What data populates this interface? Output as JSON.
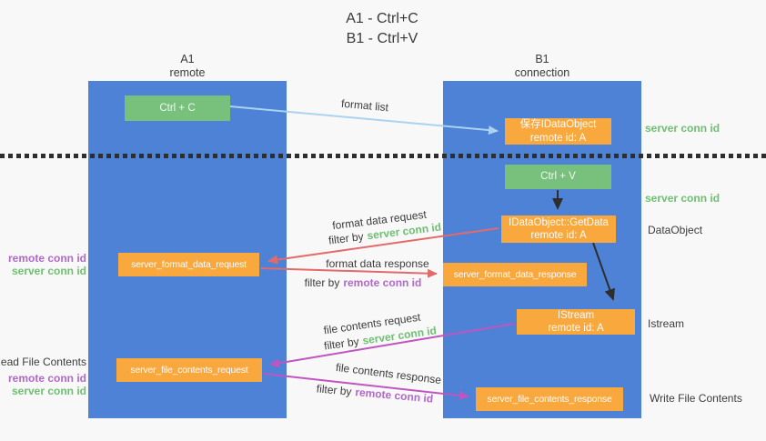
{
  "title": {
    "line1": "A1 - Ctrl+C",
    "line2": "B1 - Ctrl+V"
  },
  "columns": {
    "left": {
      "name": "A1",
      "subtitle": "remote"
    },
    "right": {
      "name": "B1",
      "subtitle": "connection"
    }
  },
  "boxes": {
    "ctrl_c": "Ctrl + C",
    "save_idataobject": {
      "line1": "保存IDataObject",
      "line2": "remote id: A"
    },
    "ctrl_v": "Ctrl + V",
    "getdata": {
      "line1": "IDataObject::GetData",
      "line2": "remote id: A"
    },
    "format_request": "server_format_data_request",
    "format_response": "server_format_data_response",
    "istream": {
      "line1": "IStream",
      "line2": "remote id: A"
    },
    "file_request": "server_file_contents_request",
    "file_response": "server_file_contents_response"
  },
  "flow_labels": {
    "format_list": "format list",
    "format_data_request": "format data request",
    "format_data_response": "format data response",
    "file_contents_request": "file contents request",
    "file_contents_response": "file contents response",
    "filter_by": "filter by",
    "server_conn_id": "server conn id",
    "remote_conn_id": "remote conn id"
  },
  "side_labels": {
    "left": {
      "remote_conn_id": "remote conn id",
      "server_conn_id": "server conn id",
      "read_file_contents": "Read File Contents"
    },
    "right": {
      "server_conn_id": "server conn id",
      "dataobject": "DataObject",
      "istream": "Istream",
      "write_file_contents": "Write File Contents"
    }
  },
  "colors": {
    "column_blue": "#4d82d6",
    "box_green": "#77c17c",
    "box_orange": "#f9a83e",
    "conn_green": "#6ec071",
    "conn_purple": "#b168c9",
    "arrow_red": "#e36a6a",
    "arrow_magenta": "#c055c0",
    "arrow_lightblue": "#a9d3f0",
    "arrow_black": "#2e2e2e"
  }
}
